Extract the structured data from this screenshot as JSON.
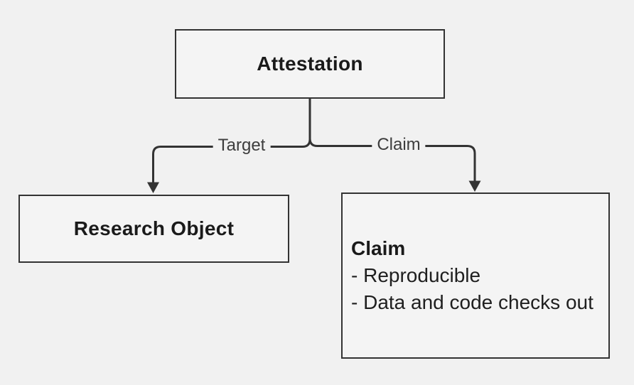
{
  "diagram": {
    "type": "flowchart-top-down",
    "colors": {
      "background": "#f1f1f1",
      "node_fill": "#f4f4f4",
      "node_border": "#333333",
      "edge_stroke": "#333333",
      "node_text": "#1a1a1a",
      "edge_label_text": "#3d3d3d"
    },
    "nodes": {
      "attestation": {
        "label": "Attestation"
      },
      "research_object": {
        "label": "Research Object"
      },
      "claim": {
        "title": "Claim",
        "items": [
          "- Reproducible",
          "- Data and code checks out"
        ]
      }
    },
    "edges": [
      {
        "from": "attestation",
        "to": "research_object",
        "label": "Target"
      },
      {
        "from": "attestation",
        "to": "claim",
        "label": "Claim"
      }
    ]
  }
}
